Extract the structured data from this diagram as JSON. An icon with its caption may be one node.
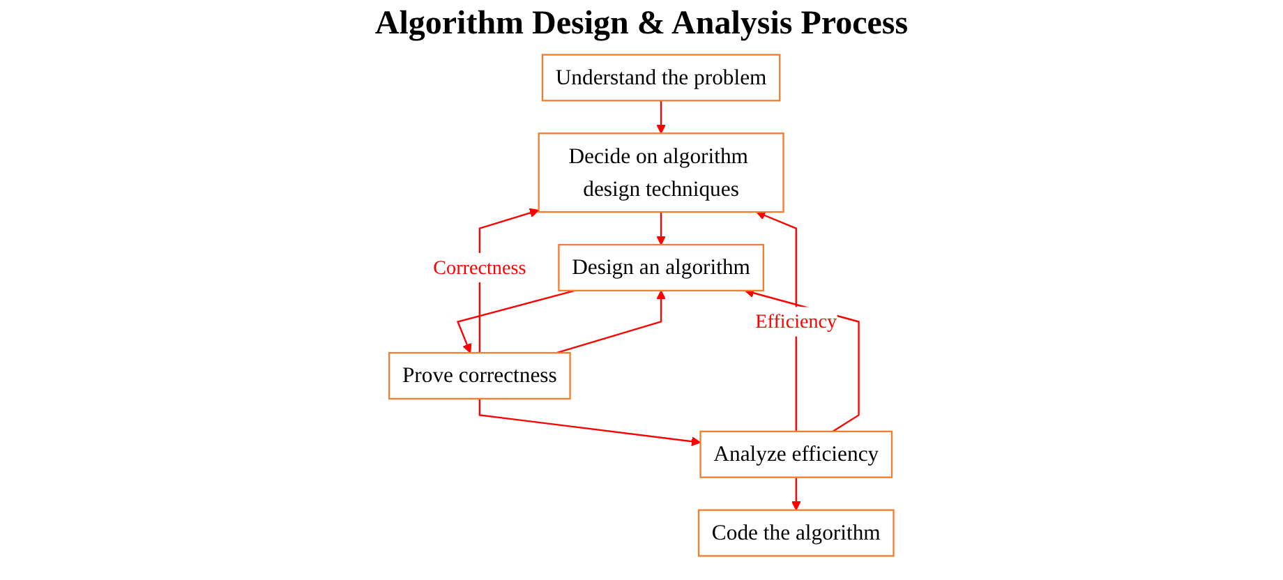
{
  "diagram": {
    "title": "Algorithm Design & Analysis Process",
    "nodes": [
      {
        "text": [
          "Understand the problem"
        ]
      },
      {
        "text": [
          "Decide on algorithm design techniques"
        ]
      },
      {
        "text": [
          "Design an algorithm"
        ]
      },
      {
        "text": [
          "Prove correctness"
        ]
      },
      {
        "text": [
          "Analyze efficiency"
        ]
      },
      {
        "text": [
          "Code the algorithm"
        ]
      }
    ],
    "edges": [
      {
        "from": 0,
        "to": 1,
        "arrow": "to"
      },
      {
        "from": 1,
        "to": 2,
        "arrow": "to"
      },
      {
        "from": 2,
        "to": 3,
        "arrow": "to"
      },
      {
        "from": 3,
        "to": 4,
        "arrow": "to"
      },
      {
        "from": 4,
        "to": 5,
        "arrow": "to"
      },
      {
        "from": 3,
        "to": 1,
        "arrow": "to",
        "label": "Correctness"
      },
      {
        "from": 3,
        "to": 2,
        "arrow": "to"
      },
      {
        "from": 4,
        "to": 1,
        "arrow": "to",
        "label": "Efficiency"
      },
      {
        "from": 4,
        "to": 2,
        "arrow": "to"
      }
    ]
  }
}
